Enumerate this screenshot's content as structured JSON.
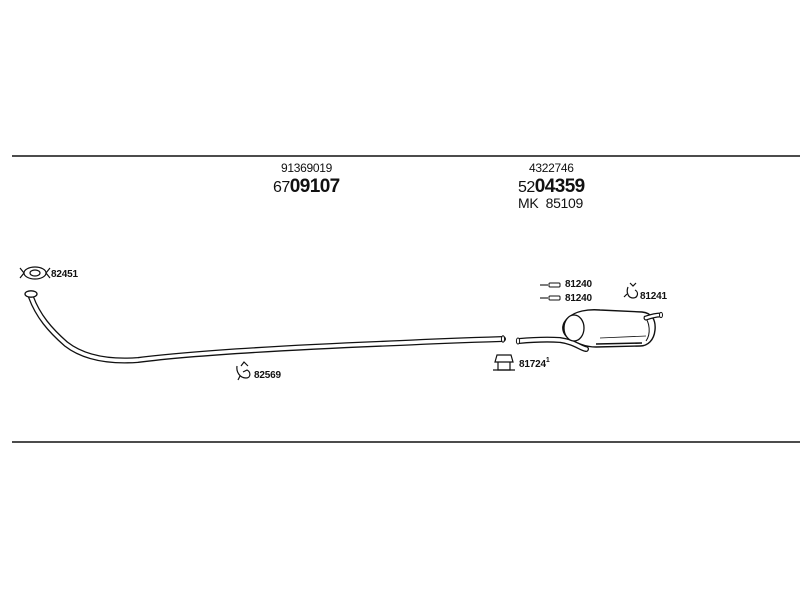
{
  "diagram": {
    "groups": [
      {
        "id": "front-pipe-group",
        "ref_code": "91369019",
        "code_prefix": "67",
        "code_main": "09107"
      },
      {
        "id": "rear-silencer-group",
        "ref_code": "4322746",
        "code_prefix": "52",
        "code_main": "04359",
        "mk_code": "MK  85109"
      }
    ],
    "parts": {
      "gasket": "82451",
      "front_clamp": "82569",
      "rubber_mount": "81724",
      "rubber_mount_sup": "1",
      "bolt_top": "81240",
      "bolt_bottom": "81240",
      "clamp_right": "81241"
    },
    "colors": {
      "line": "#111111",
      "background": "#ffffff"
    }
  }
}
